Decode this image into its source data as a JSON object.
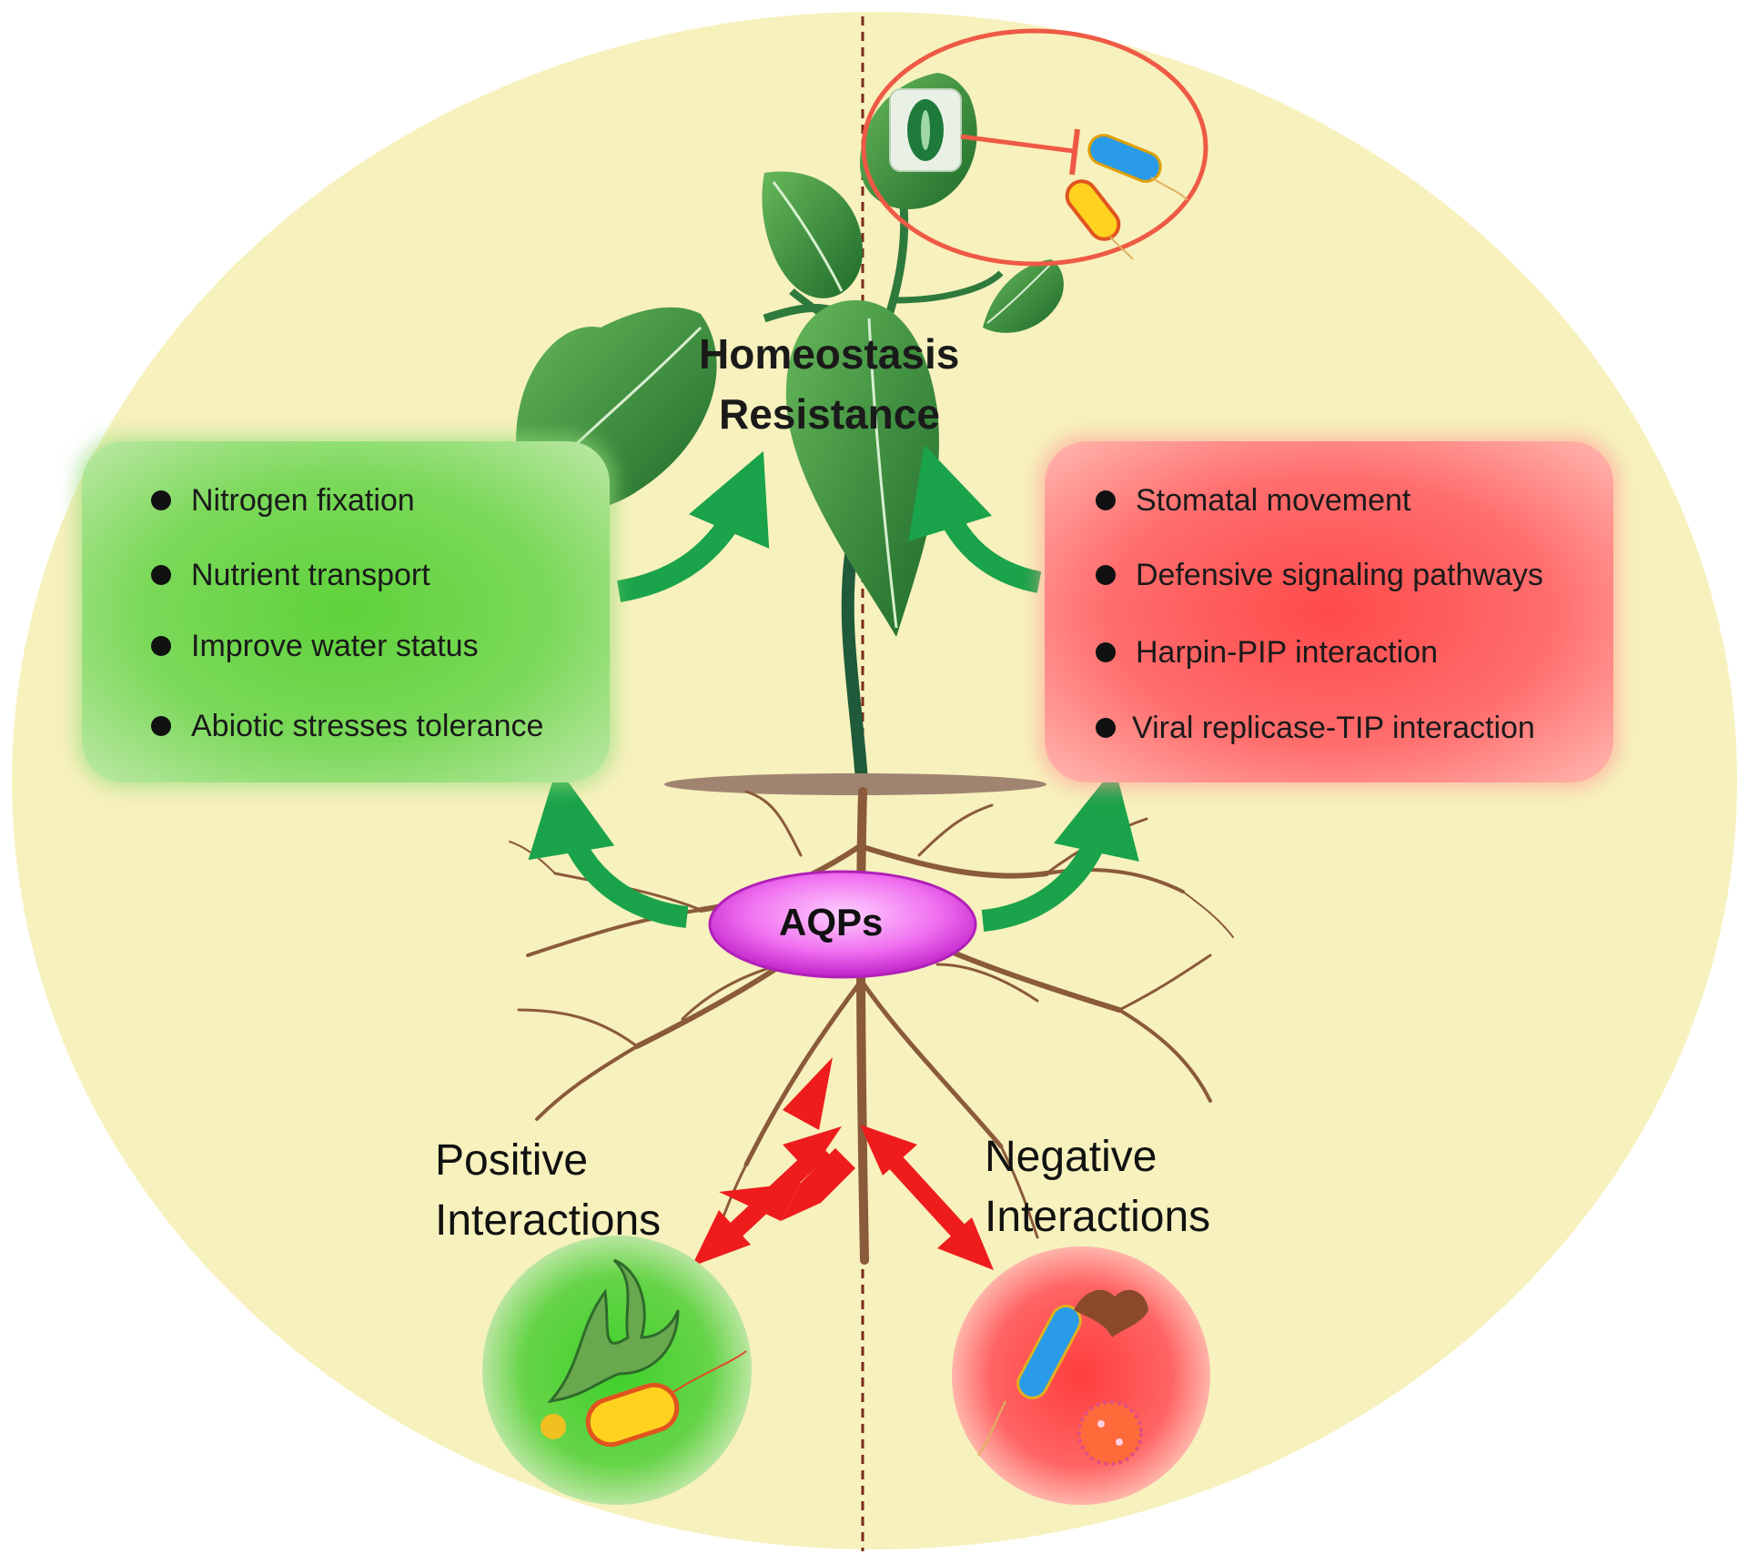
{
  "center": {
    "line1": "Homeostasis",
    "line2": "Resistance"
  },
  "hub": {
    "label": "AQPs"
  },
  "positive": {
    "items": [
      "Nitrogen fixation",
      "Nutrient transport",
      "Improve water status",
      "Abiotic stresses tolerance"
    ],
    "title_line1": "Positive",
    "title_line2": "Interactions"
  },
  "negative": {
    "items": [
      "Stomatal movement",
      "Defensive signaling pathways",
      "Harpin-PIP interaction",
      "Viral replicase-TIP interaction"
    ],
    "title_line1": "Negative",
    "title_line2": "Interactions"
  },
  "colors": {
    "background": "#f7f1bd",
    "positive": "#5fd23a",
    "negative": "#ff5050",
    "arrow": "#1aa34a",
    "interaction_arrow": "#ee1c1c",
    "hub": "#e040e0",
    "divider": "#7a2a1a",
    "inhibition": "#ee5a45"
  }
}
